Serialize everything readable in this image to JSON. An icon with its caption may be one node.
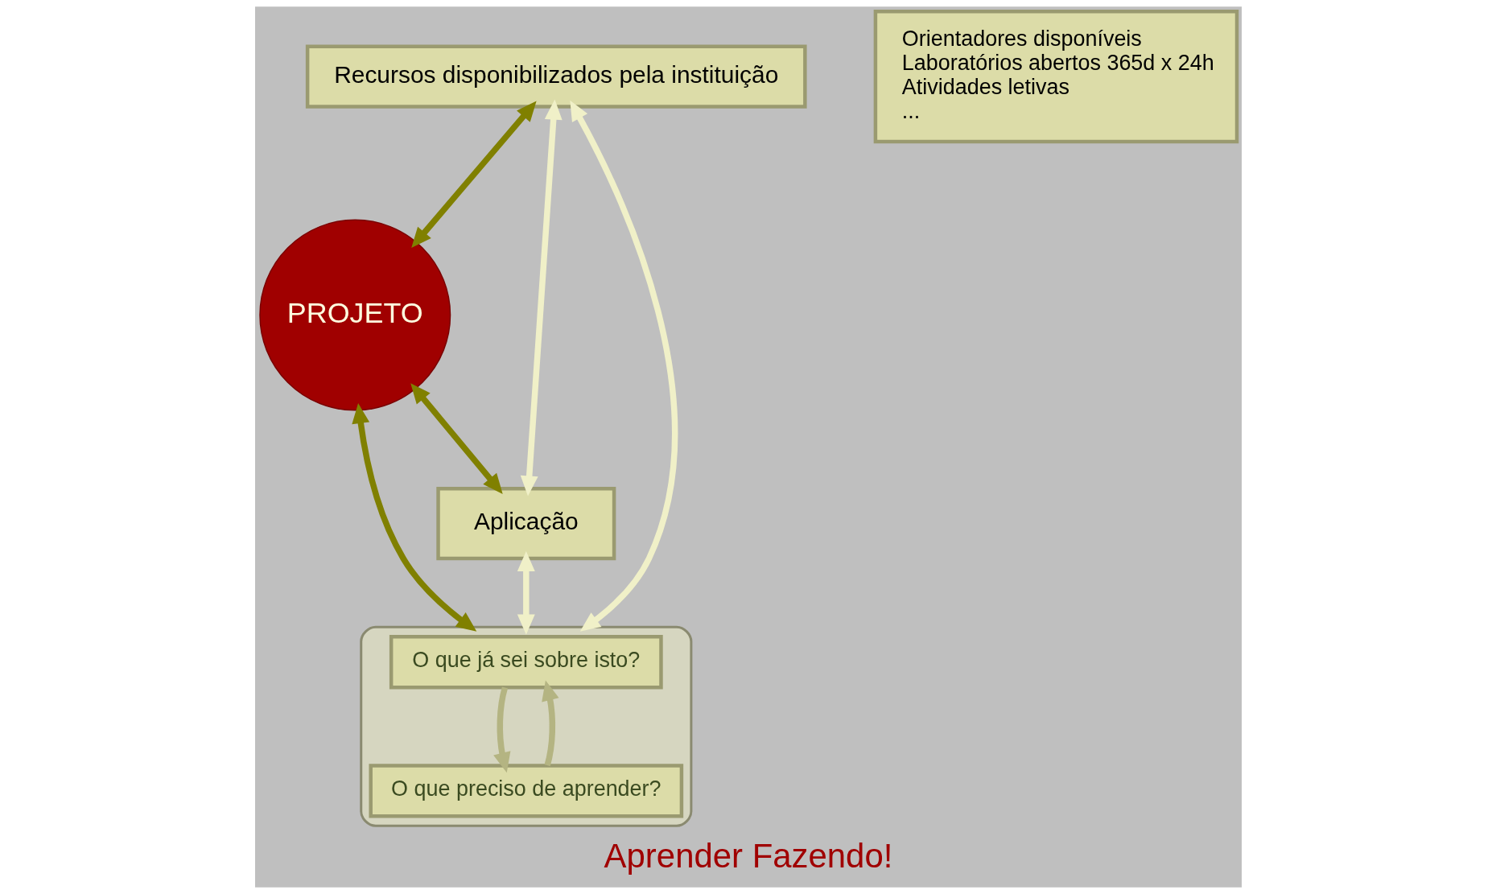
{
  "diagram": {
    "caption": "Aprender Fazendo!",
    "nodes": [
      {
        "text": [
          "Recursos disponibilizados pela instituição"
        ]
      },
      {
        "text": [
          "Orientadores disponíveis",
          "Laboratórios abertos 365d x 24h",
          "Atividades letivas",
          "..."
        ]
      },
      {
        "text": [
          "PROJETO"
        ]
      },
      {
        "text": [],
        "shape": "ellipse"
      },
      {
        "text": [
          "O que já sei sobre isto?"
        ],
        "in": 3
      },
      {
        "text": [
          "O que preciso de aprender?"
        ],
        "in": 3
      },
      {
        "text": [
          "Aplicação"
        ]
      }
    ],
    "edges": [
      {
        "from": 0,
        "to": 3,
        "arrow": "both"
      },
      {
        "from": 0,
        "to": 2,
        "arrow": "both",
        "color": "#808000"
      },
      {
        "from": 0,
        "to": 6,
        "arrow": "both"
      },
      {
        "from": 2,
        "to": 3,
        "arrow": "both",
        "color": "#808000"
      },
      {
        "from": 2,
        "to": 6,
        "arrow": "both",
        "color": "#808000"
      },
      {
        "from": 6,
        "to": 3,
        "arrow": "both"
      },
      {
        "from": 4,
        "to": 5,
        "arrow": "to",
        "color": "#b4b482"
      },
      {
        "from": 5,
        "to": 4,
        "arrow": "to",
        "color": "#b4b482"
      }
    ]
  }
}
